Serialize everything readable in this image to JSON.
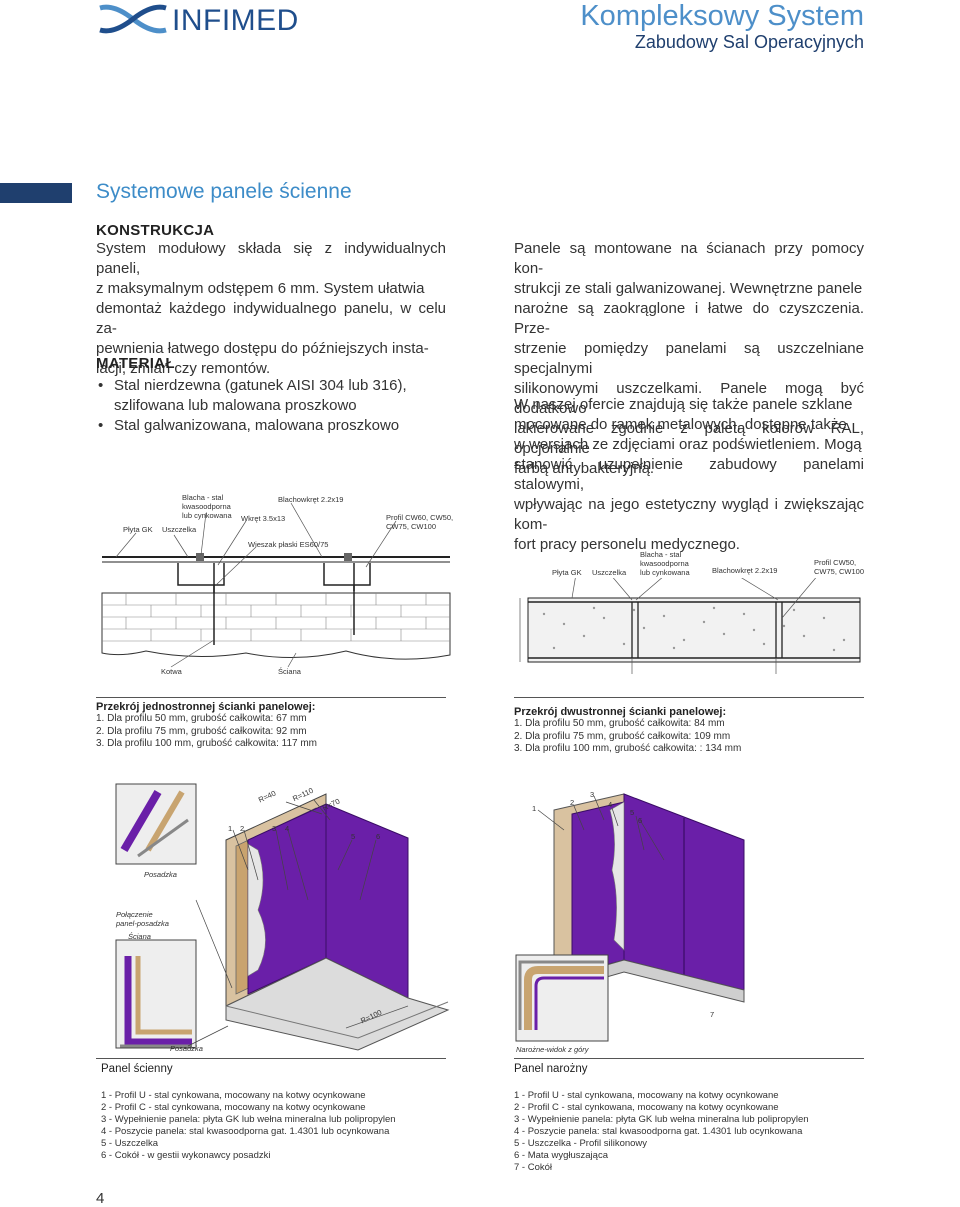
{
  "header": {
    "logo_text": "INFIMED",
    "title": "Kompleksowy System",
    "subtitle": "Zabudowy Sal Operacyjnych"
  },
  "section_title": "Systemowe panele ścienne",
  "construction": {
    "heading": "KONSTRUKCJA",
    "lines": [
      "System modułowy składa się z indywidualnych paneli,",
      "z maksymalnym odstępem 6 mm. System ułatwia",
      "demontaż każdego indywidualnego panelu, w celu za-",
      "pewnienia łatwego dostępu do późniejszych insta-",
      "lacji, zmian czy remontów."
    ]
  },
  "material": {
    "heading": "MATERIAŁ",
    "items": [
      {
        "line1": "Stal nierdzewna (gatunek AISI 304 lub 316),",
        "line2": "szlifowana lub malowana proszkowo"
      },
      {
        "line1": "Stal galwanizowana, malowana proszkowo",
        "line2": ""
      }
    ]
  },
  "right_text": {
    "para1": [
      "Panele są montowane na ścianach przy pomocy kon-",
      "strukcji ze stali galwanizowanej. Wewnętrzne panele",
      "narożne są zaokrąglone i łatwe do czyszczenia. Prze-",
      "strzenie pomiędzy panelami są uszczelniane specjalnymi",
      "silikonowymi uszczelkami. Panele mogą być dodatkowo",
      "lakierowane zgodnie z paletą kolorów RAL, opcjonalnie",
      "farbą antybakteryjną."
    ],
    "para2": [
      "W naszej ofercie znajdują się także panele szklane",
      "mocowane do ramek metalowych, dostępne także",
      "w wersjach ze zdjęciami oraz podświetleniem. Mogą",
      "stanowić uzupełnienie zabudowy panelami stalowymi,",
      "wpływając na jego estetyczny wygląd i zwiększając kom-",
      "fort pracy personelu medycznego."
    ]
  },
  "diagram_left": {
    "labels": {
      "blacha": [
        "Blacha - stal",
        "kwasoodporna",
        "lub cynkowana"
      ],
      "blachowkret": "Blachowkręt 2.2x19",
      "profil": [
        "Profil CW60, CW50,",
        "CW75, CW100"
      ],
      "plyta": "Płyta GK",
      "uszczelka": "Uszczelka",
      "wkret": "Wkręt 3.5x13",
      "wieszak": "Wieszak płaski ES60/75",
      "kotwa": "Kotwa",
      "sciana": "Ściana"
    }
  },
  "diagram_right": {
    "labels": {
      "blacha": [
        "Blacha - stal",
        "kwasoodporna",
        "lub cynkowana"
      ],
      "plyta": "Płyta GK",
      "uszczelka": "Uszczelka",
      "blachowkret": "Blachowkręt 2.2x19",
      "profil": [
        "Profil CW50,",
        "CW75, CW100"
      ]
    }
  },
  "captions": {
    "left": {
      "title": "Przekrój jednostronnej ścianki panelowej:",
      "items": [
        "1. Dla profilu 50 mm, grubość całkowita: 67 mm",
        "2. Dla profilu 75 mm, grubość całkowita: 92 mm",
        "3. Dla profilu 100 mm, grubość całkowita: 117 mm"
      ]
    },
    "right": {
      "title": "Przekrój dwustronnej ścianki panelowej:",
      "items": [
        "1. Dla profilu 50 mm, grubość całkowita: 84 mm",
        "2. Dla profilu 75 mm, grubość całkowita: 109 mm",
        "3. Dla profilu 100 mm, grubość całkowita: : 134 mm"
      ]
    }
  },
  "illus_left": {
    "annotations": {
      "posadzka_top": "Posadzka",
      "polaczenie": [
        "Połączenie",
        "panel-posadzka"
      ],
      "sciana": "Ściana",
      "posadzka_bottom": "Posadzka",
      "dim1": "R=110",
      "dim2": "R=70",
      "dim3": "R=40",
      "dim4": "R=100"
    },
    "numbers": [
      "1",
      "2",
      "3",
      "4",
      "5",
      "6"
    ]
  },
  "illus_right": {
    "annotations": {
      "corner": "Narożne-widok z góry"
    },
    "numbers": [
      "1",
      "2",
      "3",
      "4",
      "5",
      "6",
      "7"
    ]
  },
  "panels": {
    "left": {
      "title": "Panel ścienny",
      "items": [
        "1 - Profil U - stal cynkowana, mocowany na kotwy ocynkowane",
        "2 - Profil C - stal cynkowana, mocowany na kotwy ocynkowane",
        "3 - Wypełnienie panela: płyta GK lub wełna mineralna lub polipropylen",
        "4 - Poszycie panela: stal kwasoodporna gat. 1.4301 lub ocynkowana",
        "5 - Uszczelka",
        "6 - Cokół - w gestii wykonawcy posadzki"
      ]
    },
    "right": {
      "title": "Panel narożny",
      "items": [
        "1 - Profil U - stal cynkowana, mocowany na kotwy ocynkowane",
        "2 - Profil C - stal cynkowana, mocowany na kotwy ocynkowane",
        "3 - Wypełnienie panela: płyta GK lub wełna mineralna lub polipropylen",
        "4 - Poszycie panela: stal kwasoodporna gat. 1.4301 lub ocynkowana",
        "5 - Uszczelka - Profil silikonowy",
        "6 - Mata wygłuszająca",
        "7 - Cokół"
      ]
    }
  },
  "page_number": "4",
  "colors": {
    "accent": "#3d8cc8",
    "navy": "#1f3f6e",
    "panel_purple": "#6a1fa8"
  }
}
